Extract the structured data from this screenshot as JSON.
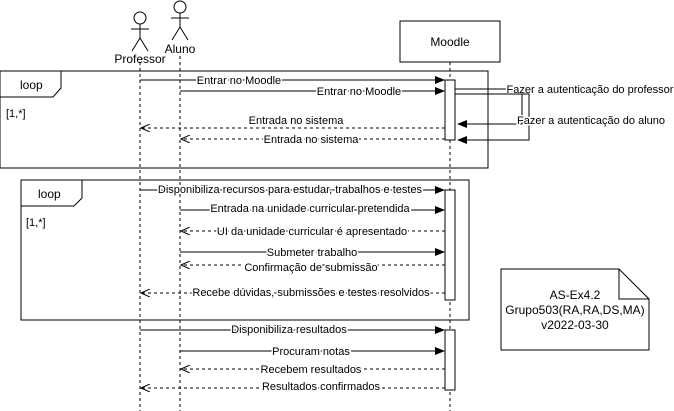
{
  "actors": {
    "professor": "Professor",
    "aluno": "Aluno",
    "moodle": "Moodle"
  },
  "fragments": [
    {
      "operator": "loop",
      "guard": "[1,*]"
    },
    {
      "operator": "loop",
      "guard": "[1,*]"
    }
  ],
  "messages": [
    {
      "text": "Entrar no Moodle",
      "kind": "sync"
    },
    {
      "text": "Entrar no Moodle",
      "kind": "sync"
    },
    {
      "text": "Fazer a autenticação do professor",
      "kind": "self"
    },
    {
      "text": "Fazer a autenticação do aluno",
      "kind": "self"
    },
    {
      "text": "Entrada no sistema",
      "kind": "return"
    },
    {
      "text": "Entrada no sistema",
      "kind": "return"
    },
    {
      "text": "Disponibiliza recursos para estudar, trabalhos e testes",
      "kind": "sync"
    },
    {
      "text": "Entrada na unidade curricular pretendida",
      "kind": "sync"
    },
    {
      "text": "UI da unidade curricular é apresentado",
      "kind": "return"
    },
    {
      "text": "Submeter trabalho",
      "kind": "sync"
    },
    {
      "text": "Confirmação de submissão",
      "kind": "return"
    },
    {
      "text": "Recebe dúvidas, submissões e testes resolvidos",
      "kind": "return"
    },
    {
      "text": "Disponibiliza resultados",
      "kind": "sync"
    },
    {
      "text": "Procuram notas",
      "kind": "sync"
    },
    {
      "text": "Recebem resultados",
      "kind": "return"
    },
    {
      "text": "Resultados confirmados",
      "kind": "return"
    }
  ],
  "note": {
    "lines": [
      "AS-Ex4.2",
      "Grupo503(RA,RA,DS,MA)",
      "v2022-03-30"
    ]
  }
}
